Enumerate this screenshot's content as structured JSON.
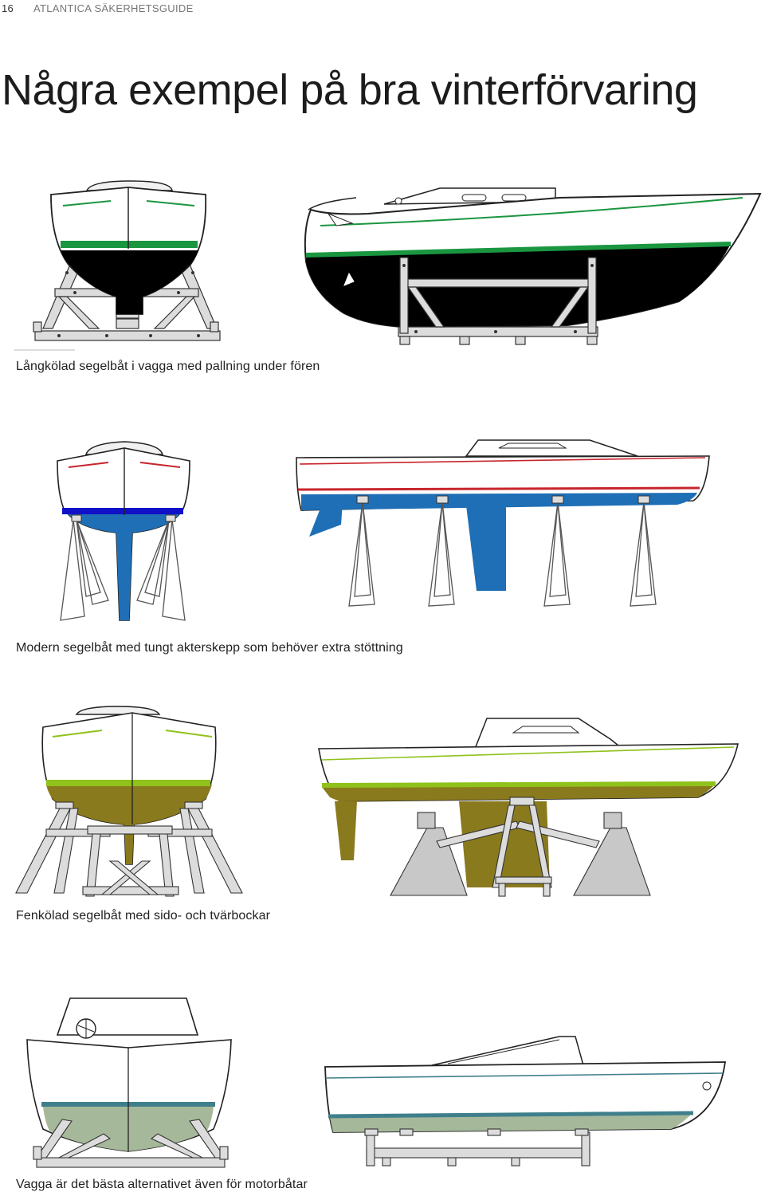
{
  "header": {
    "page_number": "16",
    "running_title": "ATLANTICA SÄKERHETSGUIDE"
  },
  "title": "Några exempel på bra vinterförvaring",
  "sections": [
    {
      "caption": "Långkölad segelbåt i vagga med pallning under fören"
    },
    {
      "caption": "Modern segelbåt med tungt akterskepp som behöver extra stöttning"
    },
    {
      "caption": "Fenkölad segelbåt med sido- och tvärbockar"
    },
    {
      "caption": "Vagga är det bästa alternativet även för motorbåtar"
    }
  ],
  "colors": {
    "antifouling_black": "#000000",
    "stripe_green": "#1a9640",
    "stripe_red": "#c8242c",
    "antifouling_blue": "#1f6fb6",
    "stripe_blue": "#1010c8",
    "antifouling_olive": "#8a7a1e",
    "stripe_lime": "#8fc21a",
    "antifouling_sage": "#a6b89a",
    "stripe_teal": "#3f7f8c",
    "stand_grey": "#cfcfcf"
  }
}
